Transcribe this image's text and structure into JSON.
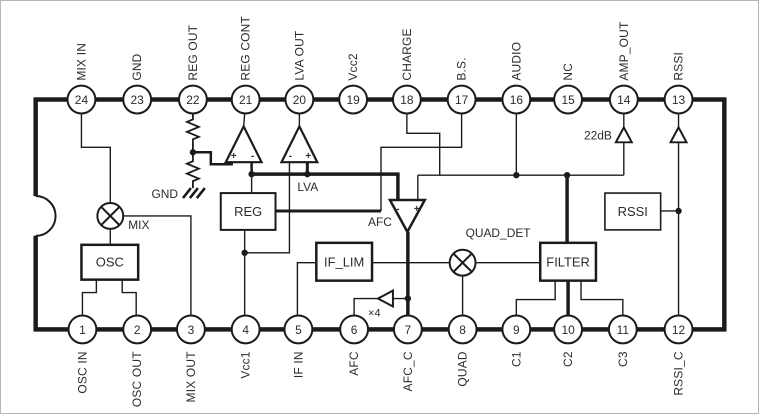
{
  "colors": {
    "line": "#1b1b1b",
    "background": "#ffffff",
    "text": "#2b2b2b"
  },
  "pins": {
    "top": [
      {
        "number": "24",
        "label": "MIX IN"
      },
      {
        "number": "23",
        "label": "GND"
      },
      {
        "number": "22",
        "label": "REG OUT"
      },
      {
        "number": "21",
        "label": "REG CONT"
      },
      {
        "number": "20",
        "label": "LVA OUT"
      },
      {
        "number": "19",
        "label": "Vcc2"
      },
      {
        "number": "18",
        "label": "CHARGE"
      },
      {
        "number": "17",
        "label": "B.S."
      },
      {
        "number": "16",
        "label": "AUDIO"
      },
      {
        "number": "15",
        "label": "NC"
      },
      {
        "number": "14",
        "label": "AMP_OUT"
      },
      {
        "number": "13",
        "label": "RSSI"
      }
    ],
    "bottom": [
      {
        "number": "1",
        "label": "OSC IN"
      },
      {
        "number": "2",
        "label": "OSC OUT"
      },
      {
        "number": "3",
        "label": "MIX OUT"
      },
      {
        "number": "4",
        "label": "Vcc1"
      },
      {
        "number": "5",
        "label": "IF IN"
      },
      {
        "number": "6",
        "label": "AFC"
      },
      {
        "number": "7",
        "label": "AFC_C"
      },
      {
        "number": "8",
        "label": "QUAD"
      },
      {
        "number": "9",
        "label": "C1"
      },
      {
        "number": "10",
        "label": "C2"
      },
      {
        "number": "11",
        "label": "C3"
      },
      {
        "number": "12",
        "label": "RSSI_C"
      }
    ]
  },
  "blocks": {
    "osc": "OSC",
    "reg": "REG",
    "if_lim": "IF_LIM",
    "filter": "FILTER",
    "rssi": "RSSI"
  },
  "labels": {
    "mix": "MIX",
    "lva": "LVA",
    "afc": "AFC",
    "quad_det": "QUAD_DET",
    "gnd": "GND",
    "gain_22db": "22dB",
    "gain_x4": "×4",
    "plus": "+",
    "minus": "-"
  }
}
